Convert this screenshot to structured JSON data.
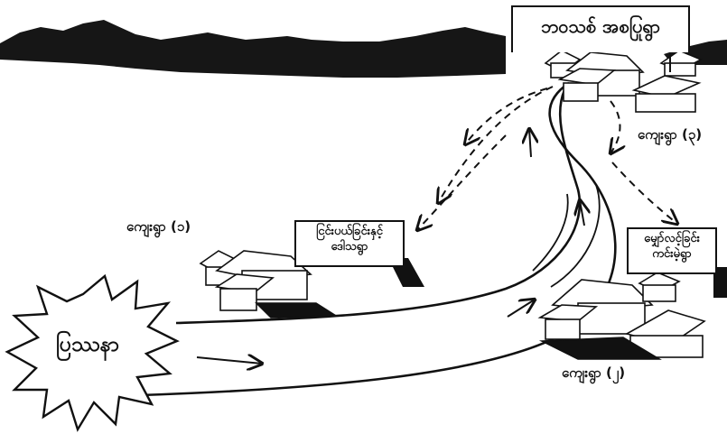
{
  "labels": {
    "problem": "ပြဿနာ",
    "goal": "ဘဝသစ် အစပြုရွာ",
    "village_1": "ကျေးရွာ (၁)",
    "village_2": "ကျေးရွာ (၂)",
    "village_3": "ကျေးရွာ (၃)",
    "branch_left_line1": "ငြင်းပယ်ခြင်းနှင့်",
    "branch_left_line2": "ဒေါသရွာ",
    "branch_right_line1": "မျှော်လင့်ခြင်း",
    "branch_right_line2": "ကင်းမဲ့ရွာ"
  },
  "colors": {
    "ink": "#111111",
    "paper": "#ffffff",
    "mountain": "#161616"
  },
  "icons": {
    "problem": "burst-shape",
    "village": "house-cluster",
    "flow": "arrow",
    "branch": "dashed-arrow"
  }
}
